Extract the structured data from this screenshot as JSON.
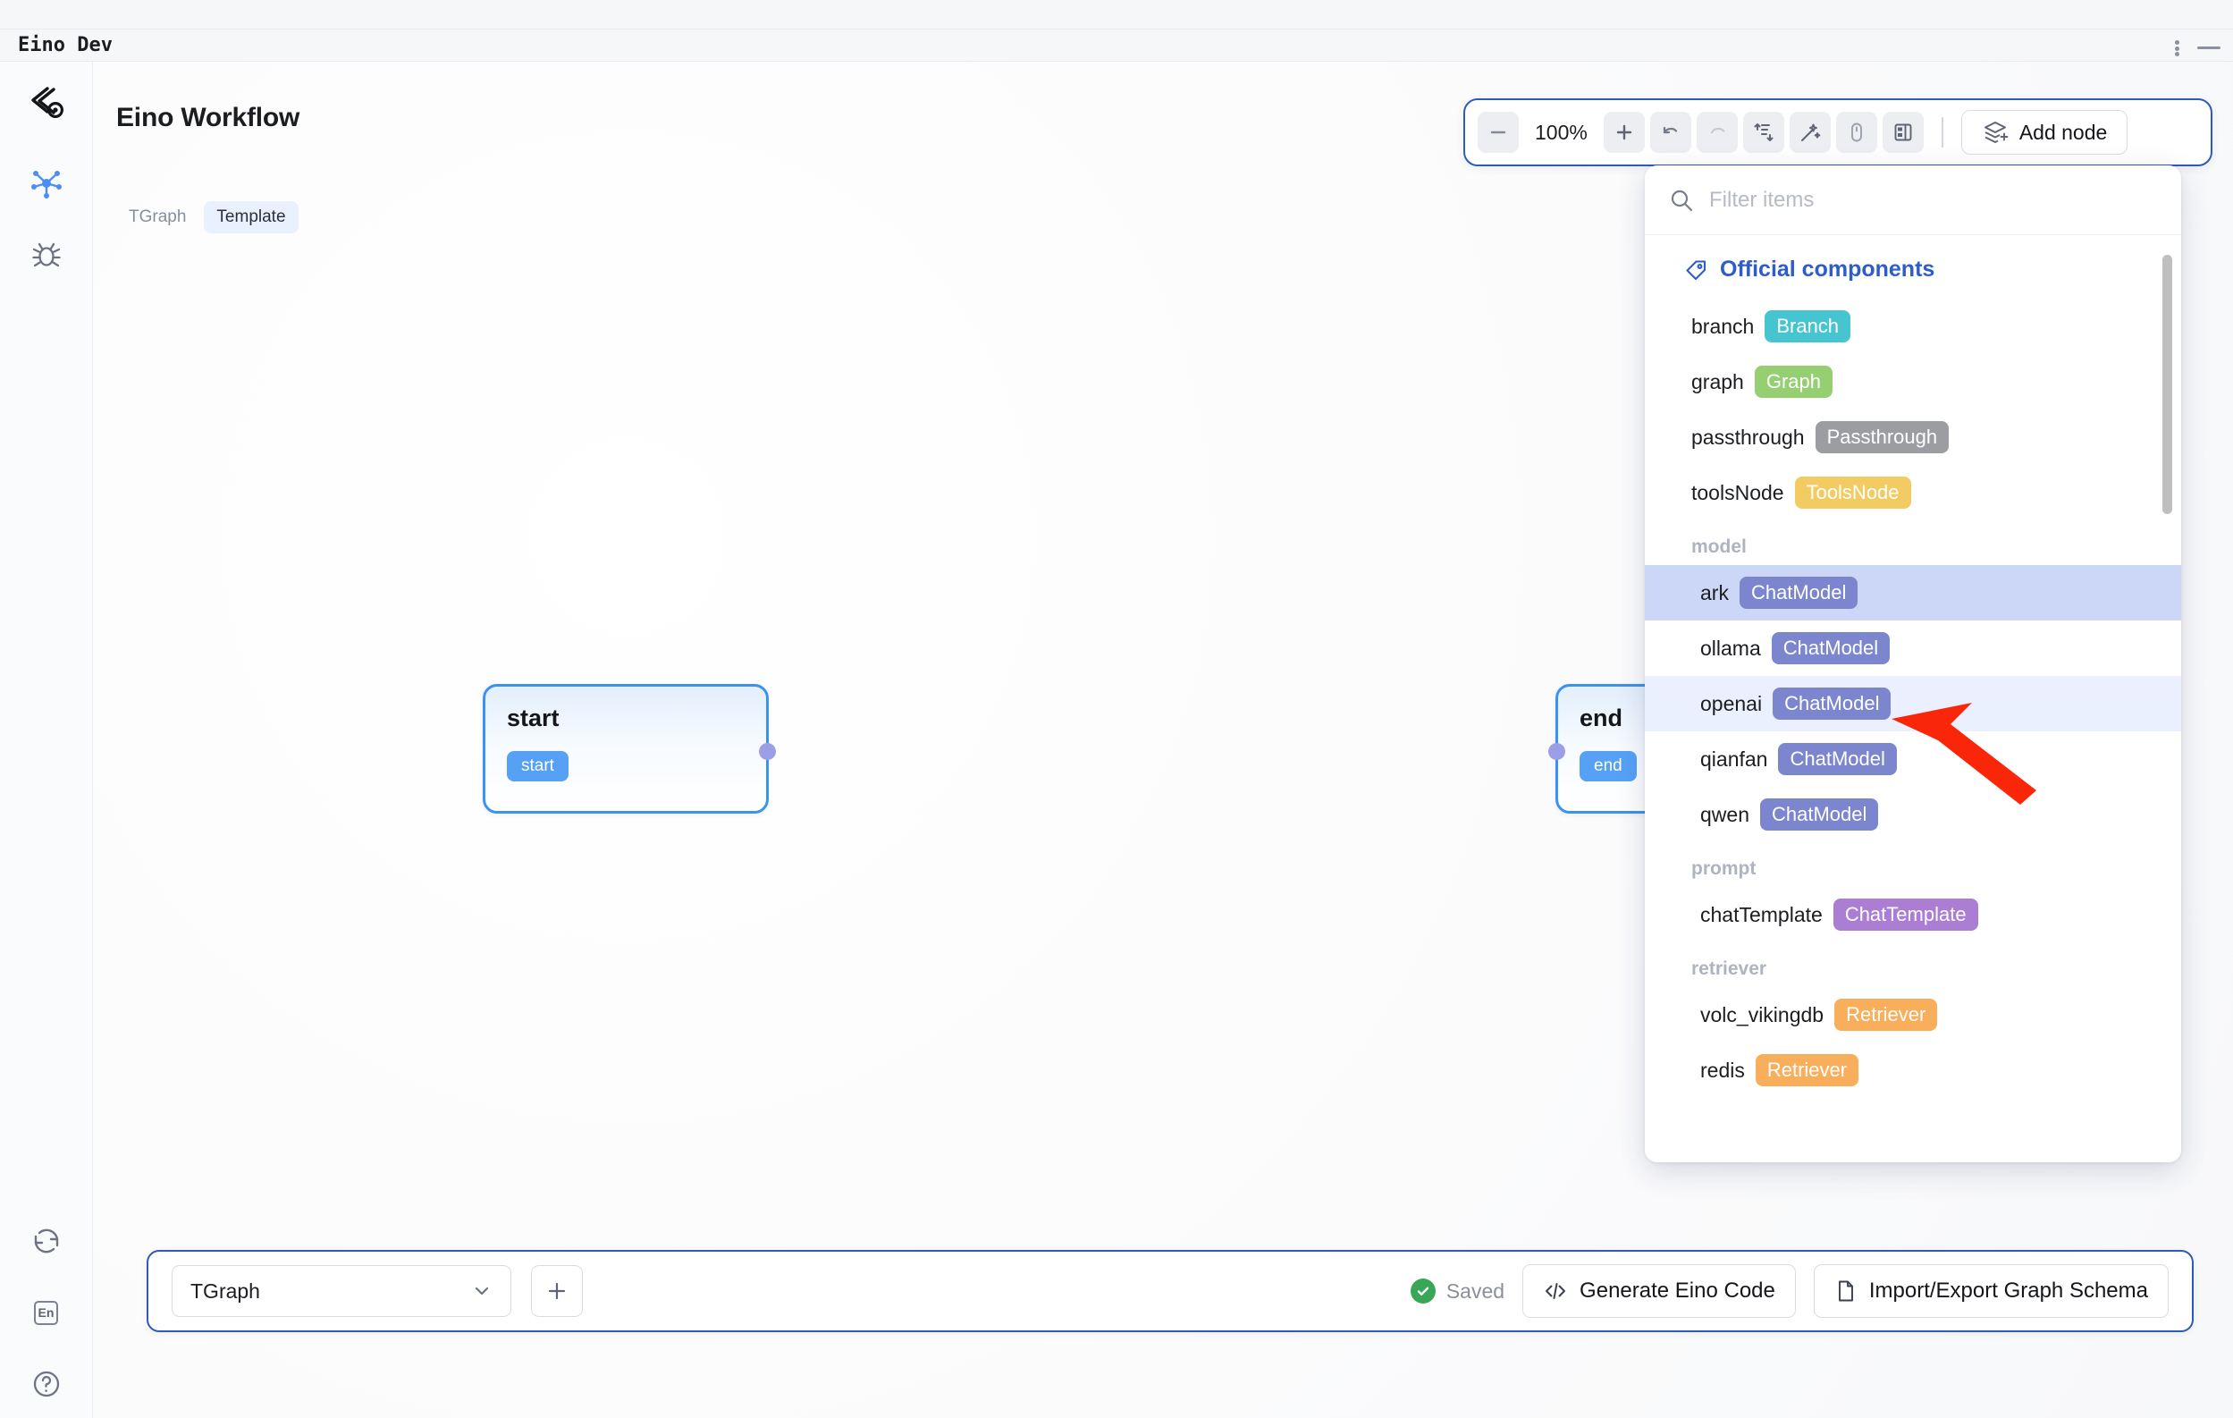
{
  "window": {
    "app_title": "Eino Dev",
    "menu_icon": "more-vertical-icon",
    "minimize_icon": "minimize-icon"
  },
  "rail": {
    "items": [
      {
        "icon": "logo-settings-icon",
        "name": "logo"
      },
      {
        "icon": "graph-node-icon",
        "name": "graph",
        "active": true
      },
      {
        "icon": "bug-icon",
        "name": "debug"
      },
      {
        "icon": "sync-icon",
        "name": "sync"
      },
      {
        "icon": "language-icon",
        "name": "language",
        "label": "En"
      },
      {
        "icon": "help-circle-icon",
        "name": "help"
      }
    ]
  },
  "header": {
    "title": "Eino Workflow",
    "tabs": [
      {
        "label": "TGraph",
        "active": false
      },
      {
        "label": "Template",
        "active": true
      }
    ]
  },
  "toolbar": {
    "zoom_out_icon": "minus-icon",
    "zoom_level": "100%",
    "zoom_in_icon": "plus-icon",
    "undo_icon": "undo-icon",
    "redo_icon": "redo-icon",
    "auto_layout_icon": "sort-arrow-icon",
    "magic_icon": "magic-wand-icon",
    "mouse_icon": "mouse-icon",
    "layout_icon": "layout-grid-icon",
    "add_node_label": "Add node",
    "add_node_icon": "layers-plus-icon"
  },
  "canvas": {
    "nodes": [
      {
        "title": "start",
        "badge": "start",
        "handle": "right"
      },
      {
        "title": "end",
        "badge": "end",
        "handle": "left"
      }
    ]
  },
  "panel": {
    "search_placeholder": "Filter items",
    "search_value": "",
    "search_icon": "search-icon",
    "official_label": "Official components",
    "official_icon": "tag-icon",
    "items": [
      {
        "name": "branch",
        "badge": "Branch",
        "badge_class": "b-branch",
        "state": ""
      },
      {
        "name": "graph",
        "badge": "Graph",
        "badge_class": "b-graph",
        "state": ""
      },
      {
        "name": "passthrough",
        "badge": "Passthrough",
        "badge_class": "b-passthrough",
        "state": ""
      },
      {
        "name": "toolsNode",
        "badge": "ToolsNode",
        "badge_class": "b-toolsnode",
        "state": ""
      }
    ],
    "groups": [
      {
        "title": "model",
        "items": [
          {
            "name": "ark",
            "badge": "ChatModel",
            "badge_class": "b-chatmodel",
            "state": "sel"
          },
          {
            "name": "ollama",
            "badge": "ChatModel",
            "badge_class": "b-chatmodel",
            "state": ""
          },
          {
            "name": "openai",
            "badge": "ChatModel",
            "badge_class": "b-chatmodel",
            "state": "hover"
          },
          {
            "name": "qianfan",
            "badge": "ChatModel",
            "badge_class": "b-chatmodel",
            "state": ""
          },
          {
            "name": "qwen",
            "badge": "ChatModel",
            "badge_class": "b-chatmodel",
            "state": ""
          }
        ]
      },
      {
        "title": "prompt",
        "items": [
          {
            "name": "chatTemplate",
            "badge": "ChatTemplate",
            "badge_class": "b-chattemplate",
            "state": ""
          }
        ]
      },
      {
        "title": "retriever",
        "items": [
          {
            "name": "volc_vikingdb",
            "badge": "Retriever",
            "badge_class": "b-retriever",
            "state": ""
          },
          {
            "name": "redis",
            "badge": "Retriever",
            "badge_class": "b-retriever",
            "state": ""
          }
        ]
      }
    ]
  },
  "annotation": {
    "arrow_color": "#fa2609",
    "target": "openai-chatmodel-row"
  },
  "bottombar": {
    "graph_select_value": "TGraph",
    "graph_select_icon": "chevron-down-icon",
    "add_graph_icon": "plus-icon",
    "saved_label": "Saved",
    "saved_icon": "check-circle-icon",
    "generate_label": "Generate Eino Code",
    "generate_icon": "code-icon",
    "import_label": "Import/Export Graph Schema",
    "import_icon": "document-icon"
  },
  "colors": {
    "accent": "#2f5bb7",
    "node_border": "#3c92f0",
    "handle": "#9c9fe8",
    "saved_green": "#3aa657"
  }
}
